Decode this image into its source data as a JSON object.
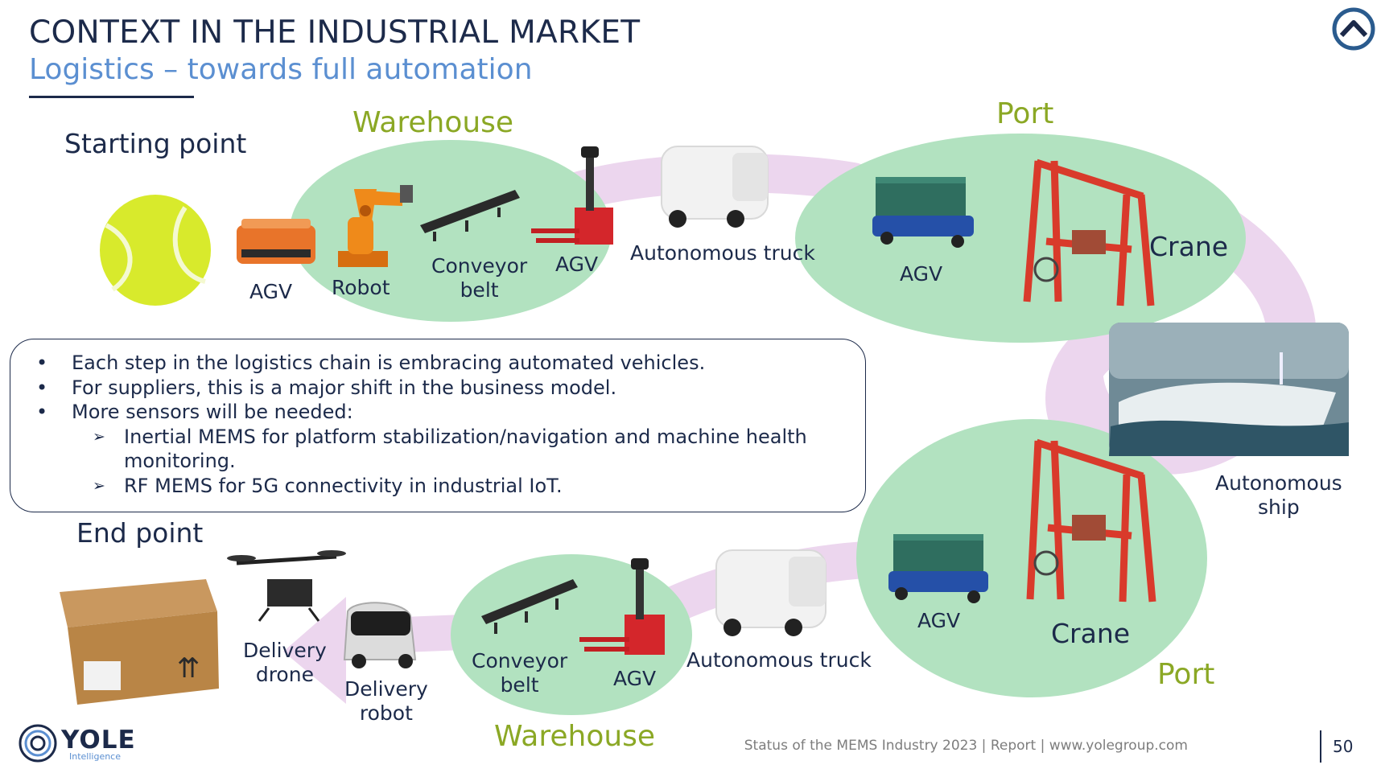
{
  "header": {
    "title": "CONTEXT IN THE INDUSTRIAL MARKET",
    "subtitle": "Logistics – towards full automation"
  },
  "diagram": {
    "start_label": "Starting point",
    "end_label": "End point",
    "top_warehouse": "Warehouse",
    "top_port": "Port",
    "bottom_warehouse": "Warehouse",
    "bottom_port": "Port",
    "agv": "AGV",
    "robot": "Robot",
    "conveyor_line1": "Conveyor",
    "conveyor_line2": "belt",
    "autonomous_truck": "Autonomous truck",
    "crane": "Crane",
    "ship_line1": "Autonomous",
    "ship_line2": "ship",
    "drone_line1": "Delivery",
    "drone_line2": "drone",
    "robot_line1": "Delivery",
    "robot_line2": "robot"
  },
  "info": {
    "bullets": [
      "Each step in the logistics chain is embracing automated vehicles.",
      "For suppliers, this is a major shift in the business model.",
      "More sensors will be needed:"
    ],
    "subbullets": [
      "Inertial MEMS for platform stabilization/navigation and machine health",
      "monitoring.",
      "RF MEMS for 5G connectivity in industrial IoT."
    ],
    "bullet_glyph": "•",
    "sub_glyph": "➢"
  },
  "footer": {
    "source": "Status of the MEMS Industry 2023 | Report | www.yolegroup.com",
    "page": "50",
    "logo": "YOLE",
    "logo_sub": "Intelligence"
  },
  "icons": [
    "up-chevron-icon",
    "tennis-ball-icon",
    "agv-icon",
    "robot-arm-icon",
    "conveyor-belt-icon",
    "forklift-agv-icon",
    "autonomous-truck-icon",
    "container-agv-icon",
    "gantry-crane-icon",
    "autonomous-ship-icon",
    "delivery-drone-icon",
    "delivery-robot-icon",
    "cardboard-box-icon",
    "yole-logo-icon"
  ],
  "colors": {
    "navy": "#1c2a4a",
    "accent_blue": "#5b8fd1",
    "olive": "#8ba825",
    "zone_green": "#b2e2c0",
    "path_pink": "#ecd6ee",
    "crane_red": "#d93a2b"
  }
}
